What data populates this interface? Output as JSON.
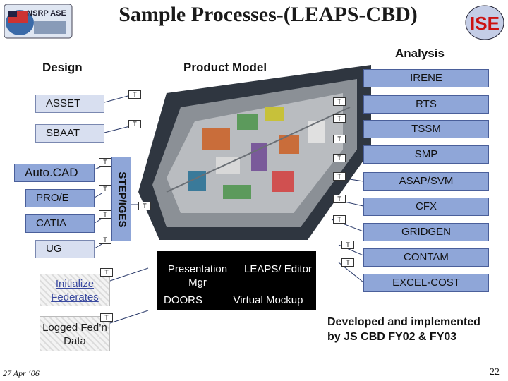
{
  "title": "Sample Processes-(LEAPS-CBD)",
  "logos": {
    "left_text": "NSRP ASE",
    "right_text": "ISE"
  },
  "headers": {
    "design": "Design",
    "product_model": "Product Model",
    "analysis": "Analysis"
  },
  "left_tools": [
    "ASSET",
    "SBAAT",
    "Auto.CAD",
    "PRO/E",
    "CATIA",
    "UG"
  ],
  "steps_label": "STEP/IGES",
  "right_tools": [
    "IRENE",
    "RTS",
    "TSSM",
    "SMP",
    "ASAP/SVM",
    "CFX",
    "GRIDGEN",
    "CONTAM",
    "EXCEL-COST"
  ],
  "center": {
    "presentation": "Presentation Mgr",
    "leaps": "LEAPS/ Editor",
    "doors": "DOORS",
    "virtual_mockup": "Virtual Mockup"
  },
  "federates": {
    "initialize": "Initialize Federates",
    "logged": "Logged Fed’n Data"
  },
  "t_label": "T",
  "developed": "Developed and implemented by JS CBD FY02 & FY03",
  "date": "27 Apr ‘06",
  "page_number": "22",
  "page_number_small": "22",
  "colors": {
    "bar_fill": "#8fa6d8",
    "left_box_fill": "#d8dff0",
    "center_box": "#000000"
  }
}
